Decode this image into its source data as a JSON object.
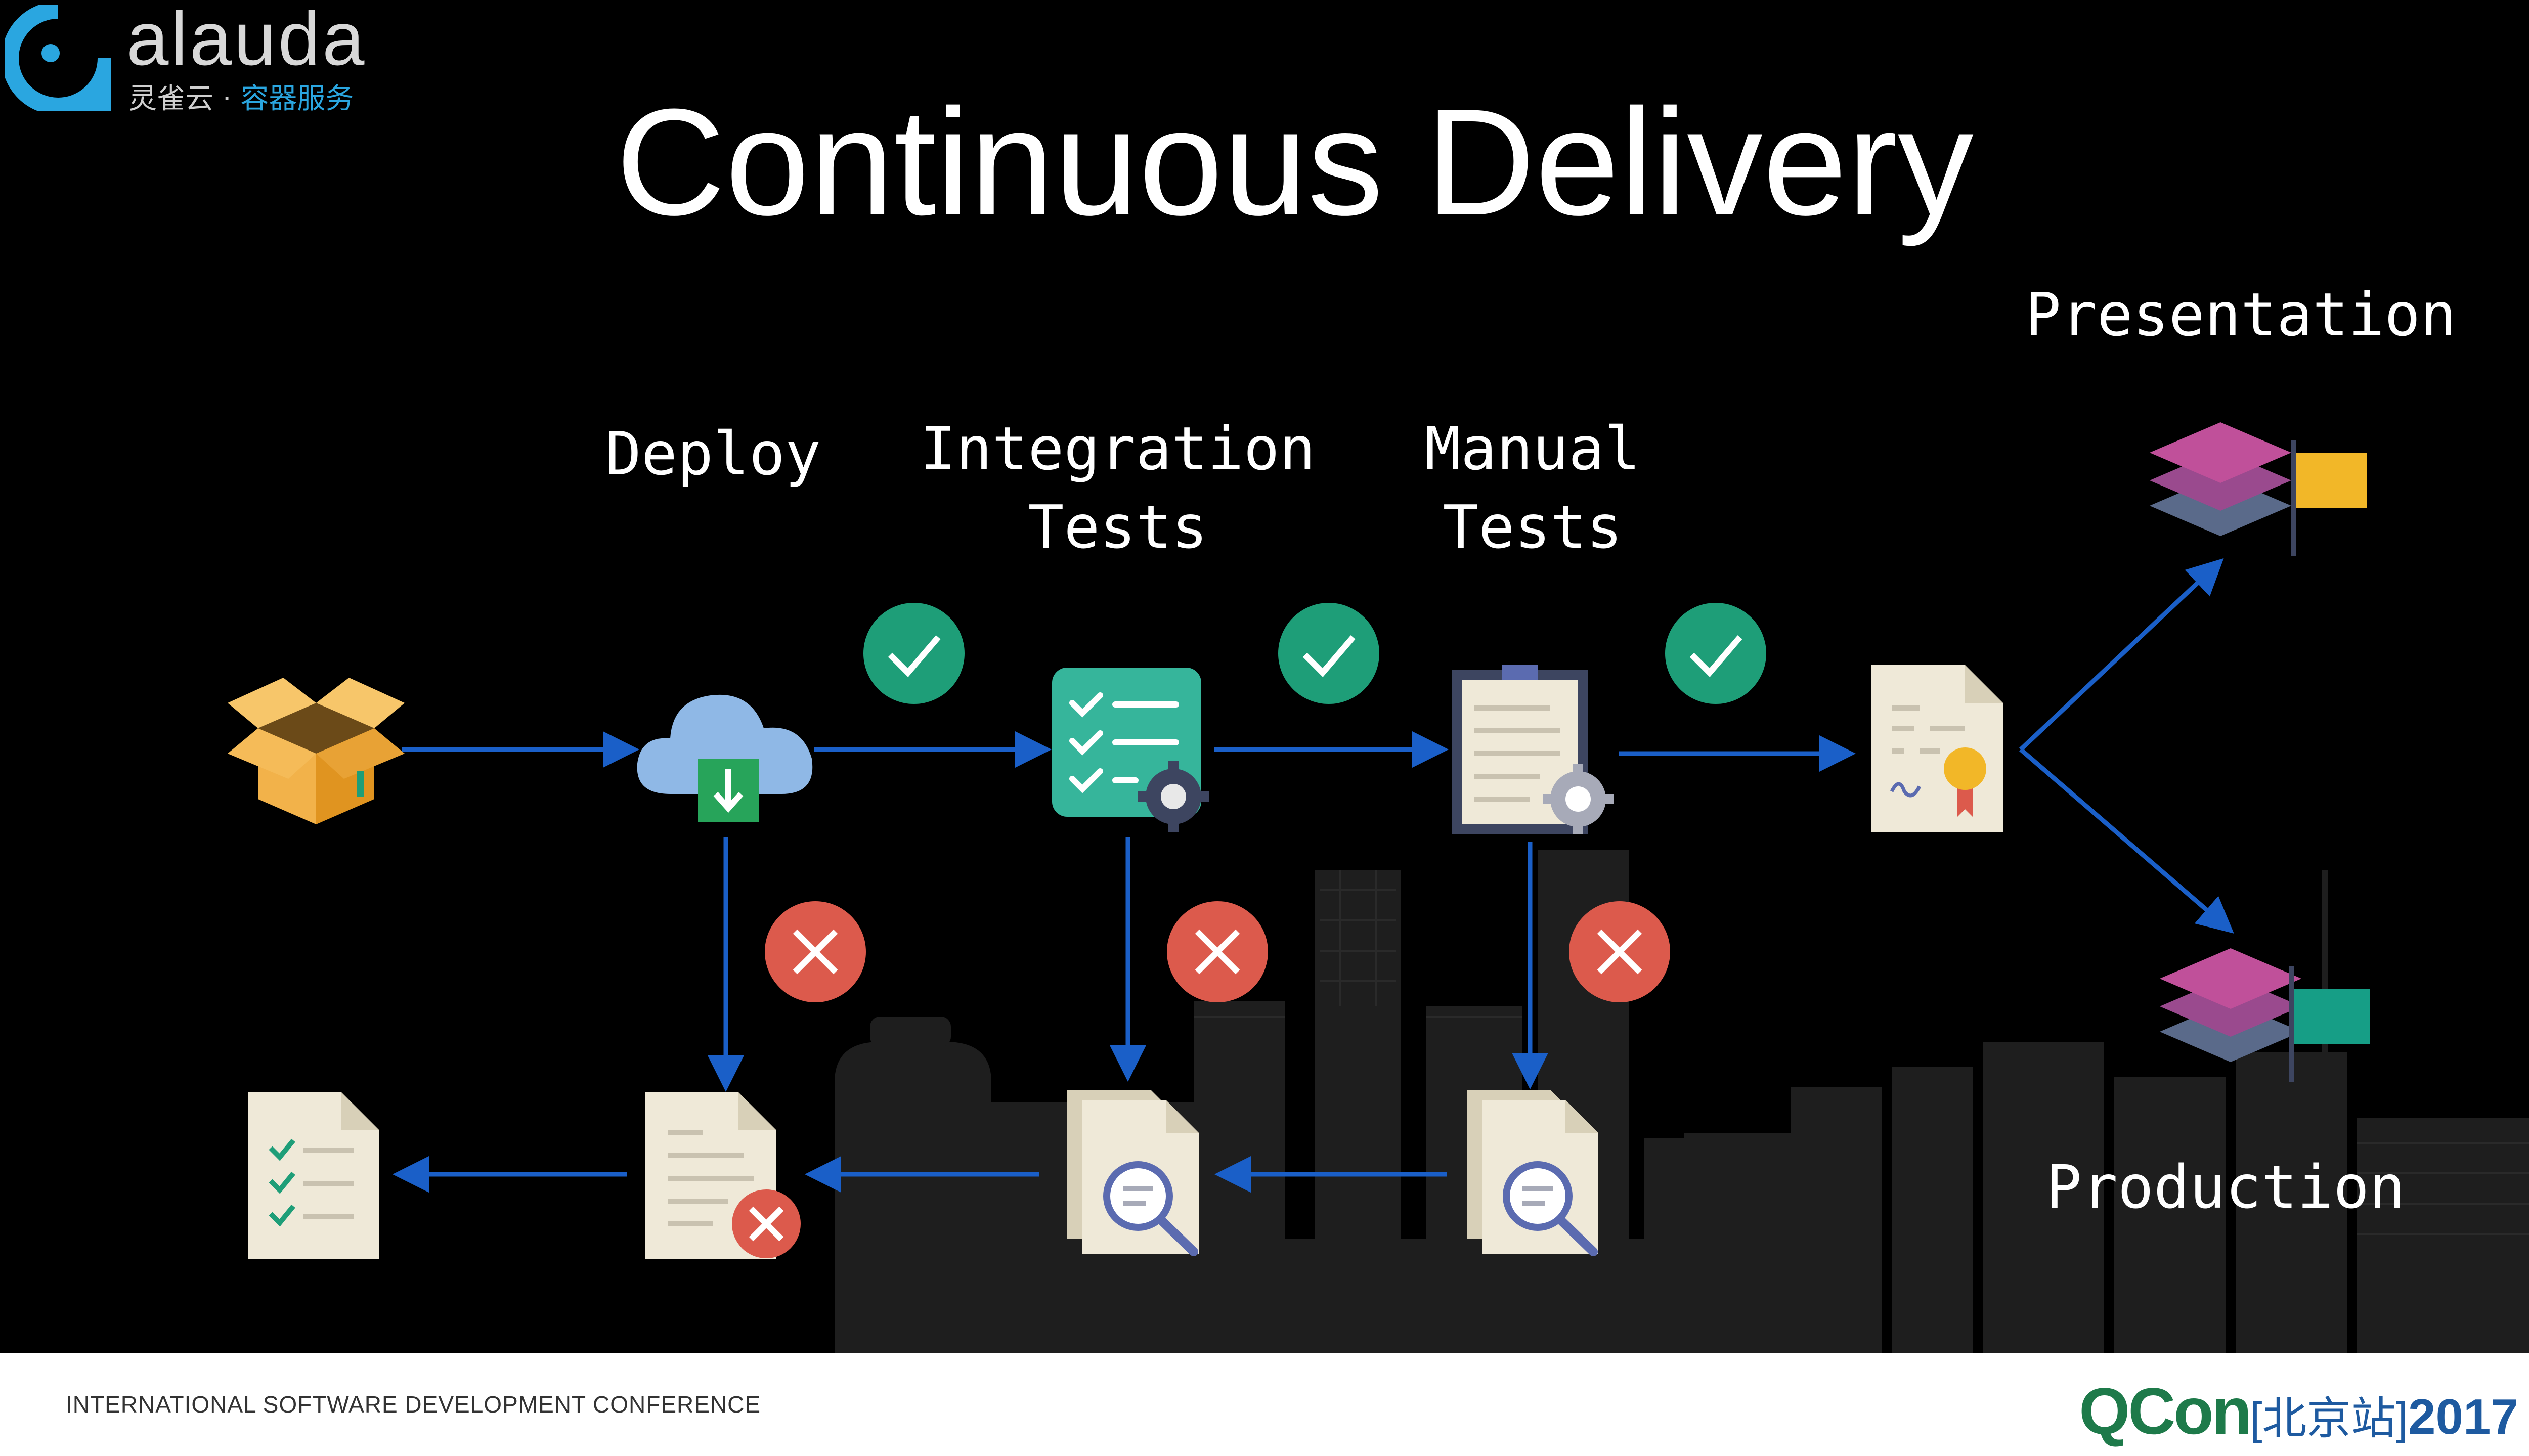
{
  "slide": {
    "title": "Continuous Delivery",
    "stages": {
      "deploy": "Deploy",
      "integration_line1": "Integration",
      "integration_line2": "Tests",
      "manual_line1": "Manual",
      "manual_line2": "Tests",
      "presentation": "Presentation",
      "production": "Production"
    }
  },
  "logo": {
    "name": "alauda",
    "tagline_part1": "灵雀云 · ",
    "tagline_part2": "容器服务"
  },
  "footer": {
    "conference": "INTERNATIONAL SOFTWARE DEVELOPMENT CONFERENCE",
    "brand": "QCon",
    "city": "[北京站]",
    "year": "2017"
  },
  "colors": {
    "background": "#000000",
    "arrow": "#1a5fc8",
    "success": "#1e9e78",
    "failure": "#dc5a4c",
    "box": "#f2b24a",
    "cloud": "#8fb8e6",
    "checklist": "#36b59b",
    "document": "#efe9d8",
    "presentation_flag": "#f2b728",
    "production_flag": "#169e86",
    "layer_top": "#c0509a",
    "layer_bottom": "#5a6a8a"
  },
  "icons": [
    "package-box-icon",
    "cloud-download-icon",
    "checklist-gear-icon",
    "clipboard-gear-icon",
    "certificate-icon",
    "layers-flag-icon",
    "check-circle-icon",
    "x-circle-icon",
    "document-checklist-icon",
    "document-error-icon",
    "document-search-icon"
  ]
}
